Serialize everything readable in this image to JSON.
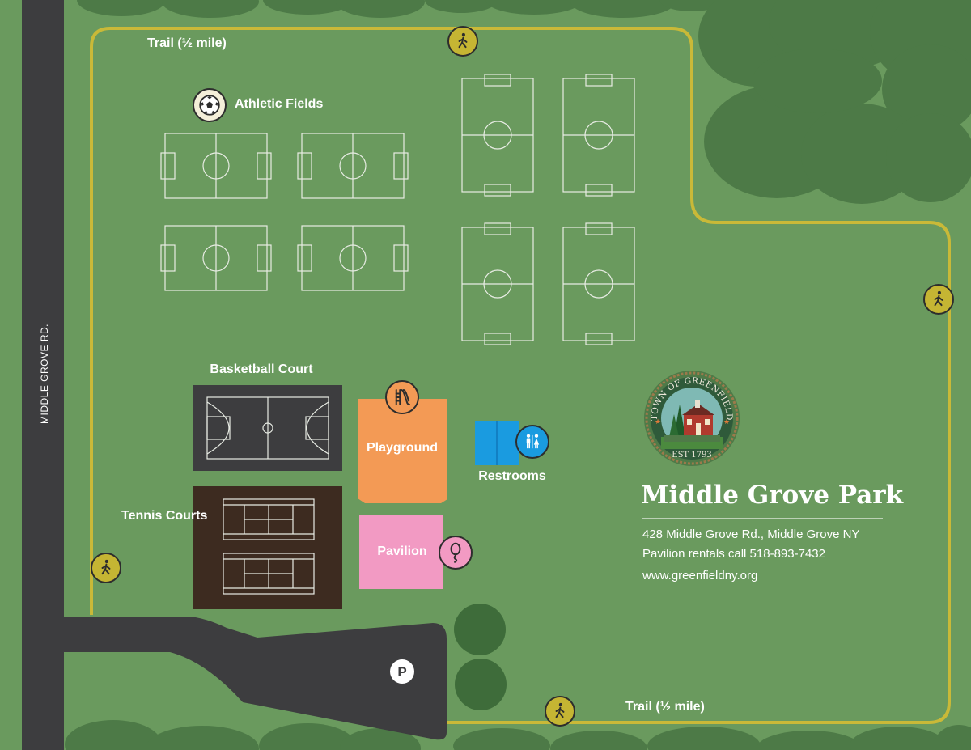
{
  "map": {
    "colors": {
      "grass": "#6a9a5e",
      "trees": "#4d7a47",
      "road": "#3d3d3f",
      "trail": "#c9b938",
      "playground": "#f39a55",
      "pavilion": "#f29ac3",
      "restrooms": "#1a9be0",
      "basketball_court": "#3d3d3f",
      "tennis_courts": "#3d2b20",
      "field_lines": "#e8ece4"
    },
    "road_label": "MIDDLE GROVE RD.",
    "trail_labels": [
      "Trail  (½ mile)",
      "Trail  (½ mile)"
    ],
    "areas": {
      "athletic_fields": "Athletic Fields",
      "basketball_court": "Basketball Court",
      "tennis_courts": "Tennis Courts",
      "playground": "Playground",
      "pavilion": "Pavilion",
      "restrooms": "Restrooms"
    },
    "icons": {
      "trail": "hiker-icon",
      "fields": "soccer-ball-icon",
      "playground": "slide-icon",
      "pavilion": "balloon-icon",
      "restrooms": "restroom-icon",
      "parking": "parking-icon"
    },
    "parking_letter": "P"
  },
  "seal": {
    "top_text": "TOWN OF GREENFIELD",
    "bottom_text": "EST 1793"
  },
  "park": {
    "name": "Middle Grove Park",
    "address": "428 Middle Grove Rd., Middle Grove NY",
    "rentals": "Pavilion rentals call 518-893-7432",
    "website": "www.greenfieldny.org"
  }
}
